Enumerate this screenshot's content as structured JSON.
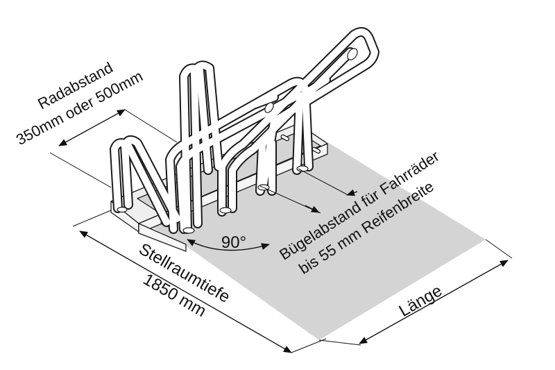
{
  "labels": {
    "wheelbase_title": "Radabstand",
    "wheelbase_value": "350mm oder 500mm",
    "angle": "90°",
    "bar_spacing_line1": "Bügelabstand für Fahrräder",
    "bar_spacing_line2": "bis 55 mm Reifenbreite",
    "depth_title": "Stellraumtiefe",
    "depth_value": "1850 mm",
    "length": "Länge"
  },
  "colors": {
    "floor": "#d4d4d4",
    "steel": "#ffffff",
    "outline": "#1a1a1a",
    "base_fill": "#efefef"
  }
}
